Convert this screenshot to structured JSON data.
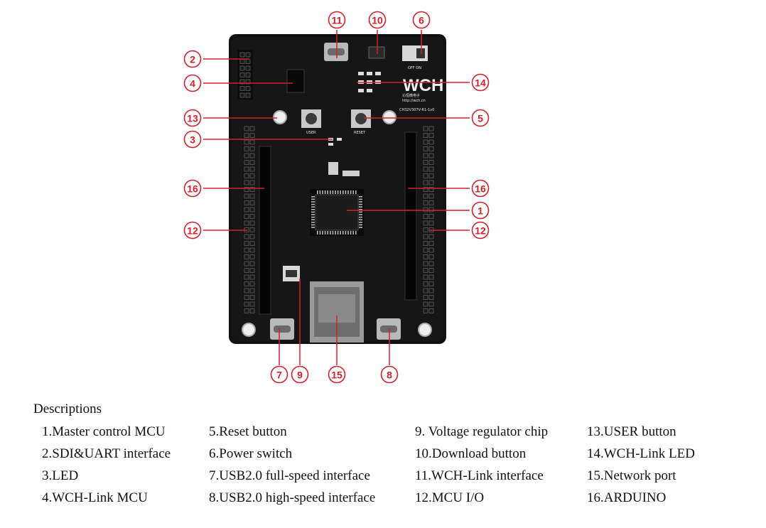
{
  "board": {
    "silkscreen": {
      "logo": "WCH",
      "brand_cn": "沁恒微电子",
      "url": "http://wch.cn",
      "model": "CH32V307V-R1-1v0",
      "user_label": "USER",
      "reset_label": "RESET",
      "switch_label": "OFF ON"
    }
  },
  "callouts": [
    {
      "id": "1",
      "label": "1"
    },
    {
      "id": "2",
      "label": "2"
    },
    {
      "id": "3",
      "label": "3"
    },
    {
      "id": "4",
      "label": "4"
    },
    {
      "id": "5",
      "label": "5"
    },
    {
      "id": "6",
      "label": "6"
    },
    {
      "id": "7",
      "label": "7"
    },
    {
      "id": "8",
      "label": "8"
    },
    {
      "id": "9",
      "label": "9"
    },
    {
      "id": "10",
      "label": "10"
    },
    {
      "id": "11",
      "label": "11"
    },
    {
      "id": "12a",
      "label": "12"
    },
    {
      "id": "12b",
      "label": "12"
    },
    {
      "id": "13",
      "label": "13"
    },
    {
      "id": "14",
      "label": "14"
    },
    {
      "id": "15",
      "label": "15"
    },
    {
      "id": "16a",
      "label": "16"
    },
    {
      "id": "16b",
      "label": "16"
    }
  ],
  "descriptions": {
    "title": "Descriptions",
    "items": [
      "1.Master control MCU",
      "2.SDI&UART interface",
      "3.LED",
      "4.WCH-Link MCU",
      "5.Reset button",
      "6.Power switch",
      "7.USB2.0 full-speed interface",
      "8.USB2.0 high-speed interface",
      "9. Voltage regulator chip",
      "10.Download button",
      "11.WCH-Link interface",
      "12.MCU I/O",
      "13.USER button",
      "14.WCH-Link LED",
      "15.Network port",
      "16.ARDUINO"
    ]
  }
}
